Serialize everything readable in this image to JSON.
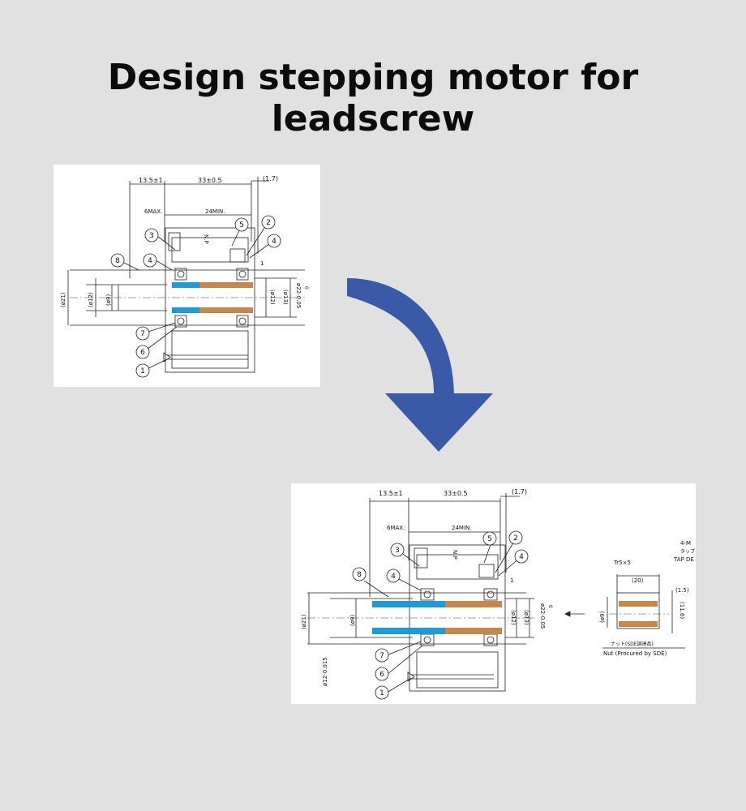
{
  "title": "Design stepping motor for leadscrew",
  "colors": {
    "background": "#e1e1e1",
    "arrow": "#3a5aa8",
    "shaft_blue": "#1f9ad6",
    "sleeve_orange": "#c8874a"
  },
  "drawing_before": {
    "dims_top": [
      "13.5±1",
      "33±0.5",
      "(1.7)"
    ],
    "dims_second": [
      "6MAX.",
      "24MIN."
    ],
    "np_mark": "N.P",
    "diameters_left": [
      "(ø21)",
      "(ø12)",
      "(ø9)"
    ],
    "diameters_right": [
      "(ø12)",
      "(ø13)",
      "ø22-0.05"
    ],
    "tol_zero": "0",
    "callouts": [
      "1",
      "2",
      "3",
      "4",
      "4",
      "5",
      "6",
      "7",
      "8"
    ],
    "small_mark": "1"
  },
  "drawing_after": {
    "dims_top": [
      "13.5±1",
      "33±0.5",
      "(1.7)"
    ],
    "dims_second": [
      "6MAX.",
      "24MIN."
    ],
    "np_mark": "N.P",
    "diameters_left": [
      "(ø21)",
      "(ø9)"
    ],
    "diameters_right": [
      "(ø12)",
      "(ø13)",
      "ø22-0.05"
    ],
    "tol_zero": "0",
    "bottom_dim": "ø12-0.015",
    "callouts": [
      "1",
      "2",
      "3",
      "4",
      "4",
      "5",
      "6",
      "7",
      "8"
    ],
    "small_mark": "1",
    "nut": {
      "thread": "Tr5×5",
      "length": "(20)",
      "flange": "(1.5)",
      "inner_dia": "(ø9)",
      "outer_dia": "(11.6)",
      "label_jp": "ナット(SDE調達品)",
      "label_en": "Nut (Procured by SDE)"
    },
    "corner_text": [
      "4-M",
      "タップ",
      "TAP DE"
    ]
  }
}
